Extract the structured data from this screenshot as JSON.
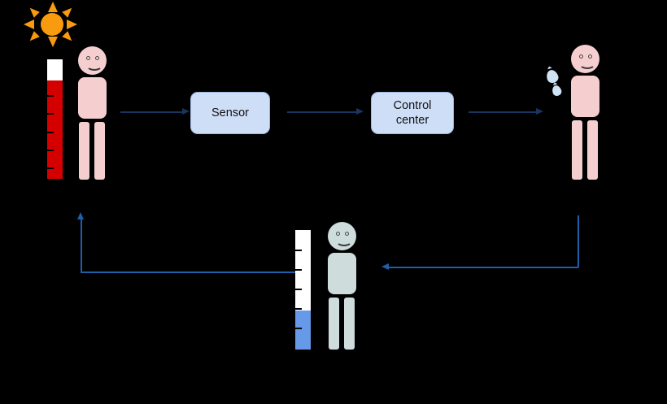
{
  "diagram": {
    "type": "flow-feedback-loop",
    "background_color": "#000000",
    "title": "",
    "nodes": [
      {
        "id": "sensor",
        "label": "Sensor",
        "fill": "#CFDEF7",
        "stroke": "#9DB6DE"
      },
      {
        "id": "control-center",
        "label": "Control\ncenter",
        "label_line1": "Control",
        "label_line2": "center",
        "fill": "#CFDEF7",
        "stroke": "#9DB6DE"
      }
    ],
    "actors": [
      {
        "id": "overheated-person",
        "role": "person-hot",
        "skin_color": "#F5CFCF",
        "thermometer": {
          "fluid_color": "#D40000",
          "fill_percent": 82,
          "ticks": 5,
          "tube_color": "#FFFFFF"
        }
      },
      {
        "id": "sweating-person",
        "role": "person-sweating",
        "skin_color": "#F5CFCF",
        "sweat_drop_color": "#CFE3F5",
        "sweat_drops": 2
      },
      {
        "id": "cooled-person",
        "role": "person-cooled",
        "body_color": "#CEDCDC",
        "thermometer": {
          "fluid_color": "#6699E8",
          "fill_percent": 33,
          "ticks": 5,
          "tube_color": "#FFFFFF"
        }
      }
    ],
    "sun": {
      "id": "sun",
      "core_color": "#F89B0E",
      "ray_color": "#F89B0E",
      "rays": 8
    },
    "connectors": [
      {
        "id": "person-to-sensor",
        "from": "overheated-person",
        "to": "sensor",
        "color": "#17365D",
        "direction": "right"
      },
      {
        "id": "sensor-to-control-center",
        "from": "sensor",
        "to": "control-center",
        "color": "#17365D",
        "direction": "right"
      },
      {
        "id": "control-center-to-effector",
        "from": "control-center",
        "to": "sweating-person",
        "color": "#17365D",
        "direction": "right"
      },
      {
        "id": "effector-to-cooled-person",
        "from": "sweating-person",
        "to": "cooled-person",
        "color": "#1F5FA9",
        "direction": "left"
      },
      {
        "id": "cooled-person-to-start",
        "from": "cooled-person",
        "to": "overheated-person",
        "color": "#1F5FA9",
        "direction": "up"
      }
    ]
  }
}
